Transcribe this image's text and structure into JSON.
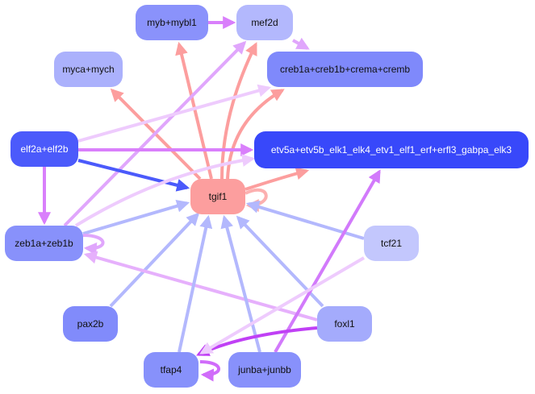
{
  "title": "Gene regulatory network",
  "nodes": [
    {
      "id": "mybmybl1",
      "label": "myb+mybl1",
      "color": "#8a92fb",
      "dark": false
    },
    {
      "id": "mef2d",
      "label": "mef2d",
      "color": "#b3b8fd",
      "dark": false
    },
    {
      "id": "mycamych",
      "label": "myca+mych",
      "color": "#abb1fc",
      "dark": false
    },
    {
      "id": "creb",
      "label": "creb1a+creb1b+crema+cremb",
      "color": "#7f89fb",
      "dark": false
    },
    {
      "id": "elf2",
      "label": "elf2a+elf2b",
      "color": "#4b5afb",
      "dark": true
    },
    {
      "id": "etv",
      "label": "etv5a+etv5b_elk1_elk4_etv1_elf1_erf+erfl3_gabpa_elk3",
      "color": "#3848fa",
      "dark": true
    },
    {
      "id": "tgif1",
      "label": "tgif1",
      "color": "#fc9e9e",
      "dark": false
    },
    {
      "id": "zeb1",
      "label": "zeb1a+zeb1b",
      "color": "#8891fb",
      "dark": false
    },
    {
      "id": "tcf21",
      "label": "tcf21",
      "color": "#c3c7fd",
      "dark": false
    },
    {
      "id": "pax2b",
      "label": "pax2b",
      "color": "#818bfb",
      "dark": false
    },
    {
      "id": "foxl1",
      "label": "foxl1",
      "color": "#a4abfc",
      "dark": false
    },
    {
      "id": "tfap4",
      "label": "tfap4",
      "color": "#8791fb",
      "dark": false
    },
    {
      "id": "junb",
      "label": "junba+junbb",
      "color": "#8891fb",
      "dark": false
    }
  ],
  "edges": [
    {
      "from": "mybmybl1",
      "to": "mef2d",
      "color": "#d97ffb"
    },
    {
      "from": "mef2d",
      "to": "creb",
      "color": "#e0a6fc"
    },
    {
      "from": "tgif1",
      "to": "mybmybl1",
      "color": "#fc9e9e"
    },
    {
      "from": "tgif1",
      "to": "mef2d",
      "color": "#fc9e9e"
    },
    {
      "from": "tgif1",
      "to": "mycamych",
      "color": "#fc9e9e"
    },
    {
      "from": "tgif1",
      "to": "creb",
      "color": "#fc9e9e"
    },
    {
      "from": "tgif1",
      "to": "etv",
      "color": "#fc9e9e"
    },
    {
      "from": "tgif1",
      "to": "tgif1",
      "color": "#fcb0b0"
    },
    {
      "from": "zeb1",
      "to": "mef2d",
      "color": "#e0a6fc"
    },
    {
      "from": "elf2",
      "to": "creb",
      "color": "#eecbfd"
    },
    {
      "from": "elf2",
      "to": "etv",
      "color": "#d97ffb"
    },
    {
      "from": "elf2",
      "to": "tgif1",
      "color": "#4b5afb"
    },
    {
      "from": "elf2",
      "to": "zeb1",
      "color": "#d97ffb"
    },
    {
      "from": "zeb1",
      "to": "etv",
      "color": "#eecbfd"
    },
    {
      "from": "zeb1",
      "to": "tgif1",
      "color": "#b3b8fd"
    },
    {
      "from": "zeb1",
      "to": "zeb1",
      "color": "#e0a6fc"
    },
    {
      "from": "tcf21",
      "to": "tgif1",
      "color": "#b3b8fd"
    },
    {
      "from": "pax2b",
      "to": "tgif1",
      "color": "#b3b8fd"
    },
    {
      "from": "foxl1",
      "to": "tgif1",
      "color": "#b3b8fd"
    },
    {
      "from": "foxl1",
      "to": "zeb1",
      "color": "#e6b0fc"
    },
    {
      "from": "tfap4",
      "to": "tgif1",
      "color": "#b3b8fd"
    },
    {
      "from": "junb",
      "to": "tgif1",
      "color": "#b3b8fd"
    },
    {
      "from": "junb",
      "to": "etv",
      "color": "#d27afb"
    },
    {
      "from": "foxl1",
      "to": "tfap4",
      "color": "#c040f5"
    },
    {
      "from": "tcf21",
      "to": "tfap4",
      "color": "#eecbfd"
    },
    {
      "from": "tfap4",
      "to": "tfap4",
      "color": "#d06cfa"
    }
  ]
}
